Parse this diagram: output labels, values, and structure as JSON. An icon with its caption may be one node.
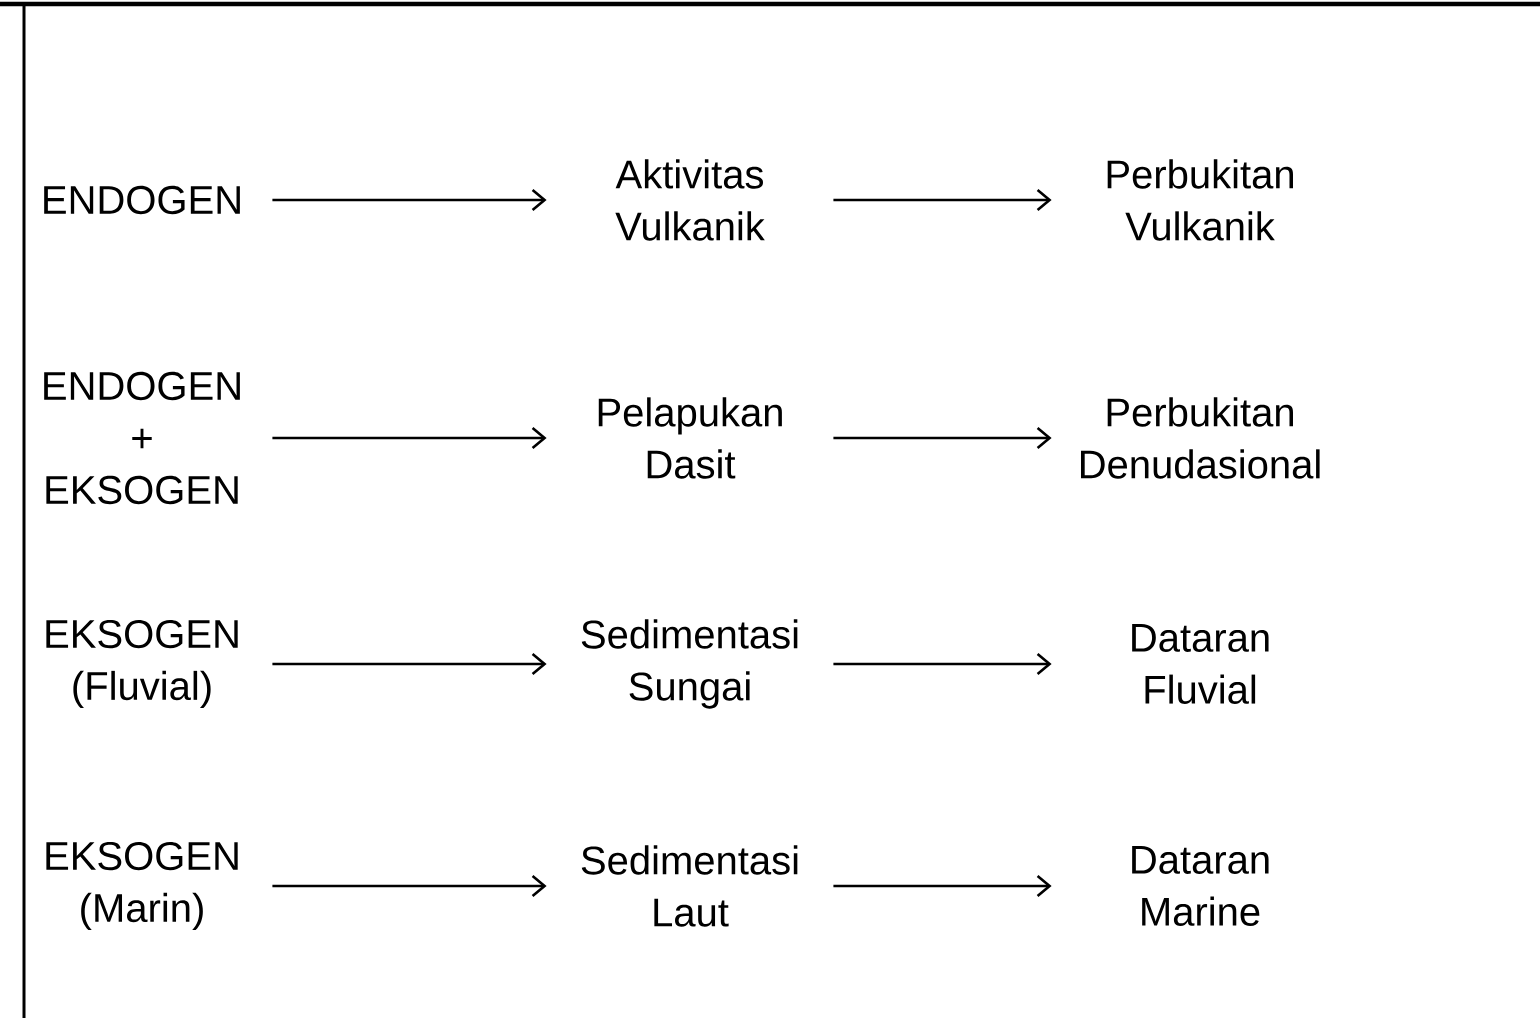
{
  "diagram": {
    "nodes": [
      {
        "text": [
          "ENDOGEN"
        ]
      },
      {
        "text": [
          "Aktivitas Vulkanik"
        ]
      },
      {
        "text": [
          "Perbukitan Vulkanik"
        ]
      },
      {
        "text": [
          "ENDOGEN + EKSOGEN"
        ]
      },
      {
        "text": [
          "Pelapukan Dasit"
        ]
      },
      {
        "text": [
          "Perbukitan Denudasional"
        ]
      },
      {
        "text": [
          "EKSOGEN (Fluvial)"
        ]
      },
      {
        "text": [
          "Sedimentasi Sungai"
        ]
      },
      {
        "text": [
          "Dataran Fluvial"
        ]
      },
      {
        "text": [
          "EKSOGEN (Marin)"
        ]
      },
      {
        "text": [
          "Sedimentasi Laut"
        ]
      },
      {
        "text": [
          "Dataran Marine"
        ]
      }
    ],
    "edges": [
      {
        "from": 0,
        "to": 1,
        "arrow": "to"
      },
      {
        "from": 1,
        "to": 2,
        "arrow": "to"
      },
      {
        "from": 3,
        "to": 4,
        "arrow": "to"
      },
      {
        "from": 4,
        "to": 5,
        "arrow": "to"
      },
      {
        "from": 6,
        "to": 7,
        "arrow": "to"
      },
      {
        "from": 7,
        "to": 8,
        "arrow": "to"
      },
      {
        "from": 9,
        "to": 10,
        "arrow": "to"
      },
      {
        "from": 10,
        "to": 11,
        "arrow": "to"
      }
    ]
  }
}
